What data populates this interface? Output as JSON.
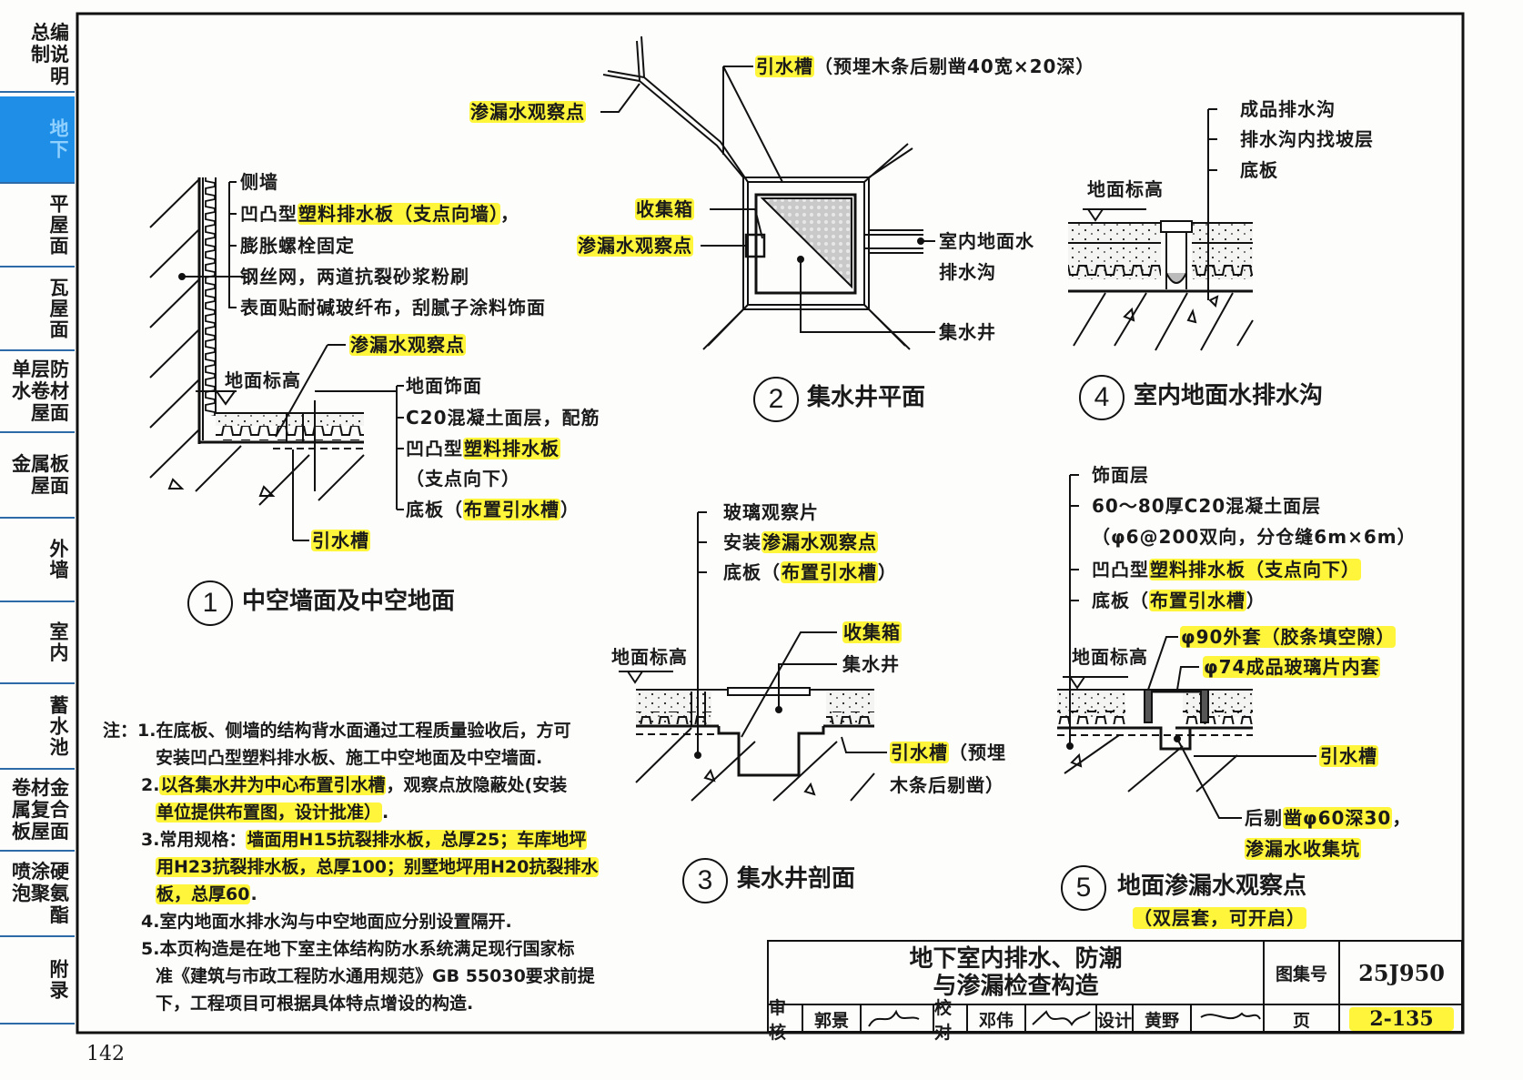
{
  "sidebar": {
    "items": [
      {
        "label": "总编制说明"
      },
      {
        "label": "地下",
        "active": true
      },
      {
        "label": "平屋面"
      },
      {
        "label": "瓦屋面"
      },
      {
        "label": "单层防水卷材屋面"
      },
      {
        "label": "金属板屋面"
      },
      {
        "label": "外墙"
      },
      {
        "label": "室内"
      },
      {
        "label": "蓄水池"
      },
      {
        "label": "卷材金属复合板屋面"
      },
      {
        "label": "喷涂硬泡聚氨酯"
      },
      {
        "label": "附录"
      }
    ],
    "active_color": "#1e8ee6"
  },
  "detail1": {
    "number": "1",
    "title": "中空墙面及中空地面",
    "side_wall": "侧墙",
    "board_prefix": "凹凸型",
    "board_hl": "塑料排水板（支点向墙）",
    "board_suffix": "，",
    "bolts": "膨胀螺栓固定",
    "mesh": "钢丝网，两道抗裂砂浆粉刷",
    "surface": "表面贴耐碱玻纤布，刮腻子涂料饰面",
    "obs_point": "渗漏水观察点",
    "floor_level": "地面标高",
    "floor_finish": "地面饰面",
    "c20": "C20混凝土面层，配筋",
    "board2_prefix": "凹凸型",
    "board2_hl": "塑料排水板",
    "board2_dir": "（支点向下）",
    "base_prefix": "底板（",
    "base_hl": "布置引水槽",
    "base_suffix": "）",
    "channel": "引水槽"
  },
  "detail2": {
    "number": "2",
    "title": "集水井平面",
    "channel_hl": "引水槽",
    "channel_note": "（预埋木条后剔凿40宽×20深）",
    "obs_point_top": "渗漏水观察点",
    "collector": "收集箱",
    "obs_point": "渗漏水观察点",
    "drain_1": "室内地面水",
    "drain_2": "排水沟",
    "sump": "集水井"
  },
  "detail3": {
    "number": "3",
    "title": "集水井剖面",
    "glass": "玻璃观察片",
    "install_prefix": "安装",
    "install_hl": "渗漏水观察点",
    "base_prefix": "底板（",
    "base_hl": "布置引水槽",
    "base_suffix": "）",
    "collector": "收集箱",
    "sump": "集水井",
    "floor_level": "地面标高",
    "channel_hl": "引水槽",
    "channel_note_1": "（预埋",
    "channel_note_2": "木条后剔凿）"
  },
  "detail4": {
    "number": "4",
    "title": "室内地面水排水沟",
    "product_drain": "成品排水沟",
    "slope_layer": "排水沟内找坡层",
    "base": "底板",
    "floor_level": "地面标高"
  },
  "detail5": {
    "number": "5",
    "title": "地面渗漏水观察点",
    "subtitle": "（双层套，可开启）",
    "finish": "饰面层",
    "c20": "60～80厚C20混凝土面层",
    "rebar": "（φ6@200双向，分仓缝6m×6m）",
    "board_prefix": "凹凸型",
    "board_hl": "塑料排水板（支点向下）",
    "base_prefix": "底板（",
    "base_hl": "布置引水槽",
    "base_suffix": "）",
    "outer_sleeve": "φ90外套（胶条填空隙）",
    "inner_sleeve": "φ74成品玻璃片内套",
    "floor_level": "地面标高",
    "channel": "引水槽",
    "pit_prefix": "后剔",
    "pit_hl": "凿φ60深30",
    "pit_suffix": "，",
    "pit_2": "渗漏水收集坑"
  },
  "notes": {
    "label": "注：",
    "n1a": "1.在底板、侧墙的结构背水面通过工程质量验收后，方可",
    "n1b": "安装凹凸型塑料排水板、施工中空地面及中空墙面.",
    "n2a_num": "2.",
    "n2a_hl": "以各集水井为中心布置引水槽",
    "n2a_rest": "，观察点放隐蔽处(安装",
    "n2b_hl": "单位提供布置图，设计批准）",
    "n2b_rest": ".",
    "n3a_num": "3.常用规格：",
    "n3a_hl": "墙面用H15抗裂排水板，总厚25；车库地坪",
    "n3b_hl": "用H23抗裂排水板，总厚100；别墅地坪用H20抗裂排水",
    "n3c_hl": "板，总厚60",
    "n3c_rest": ".",
    "n4": "4.室内地面水排水沟与中空地面应分别设置隔开.",
    "n5a": "5.本页构造是在地下室主体结构防水系统满足现行国家标",
    "n5b": "准《建筑与市政工程防水通用规范》GB 55030要求前提",
    "n5c": "下，工程项目可根据具体特点增设的构造."
  },
  "title_block": {
    "title_1": "地下室内排水、防潮",
    "title_2": "与渗漏检查构造",
    "atlas_label": "图集号",
    "atlas_no": "25J950",
    "review_label": "审核",
    "reviewer": "郭景",
    "check_label": "校对",
    "checker": "邓伟",
    "design_label": "设计",
    "designer": "黄野",
    "page_label": "页",
    "page_no": "2-135"
  },
  "page_number": "142",
  "highlight_color": "#fff53a"
}
